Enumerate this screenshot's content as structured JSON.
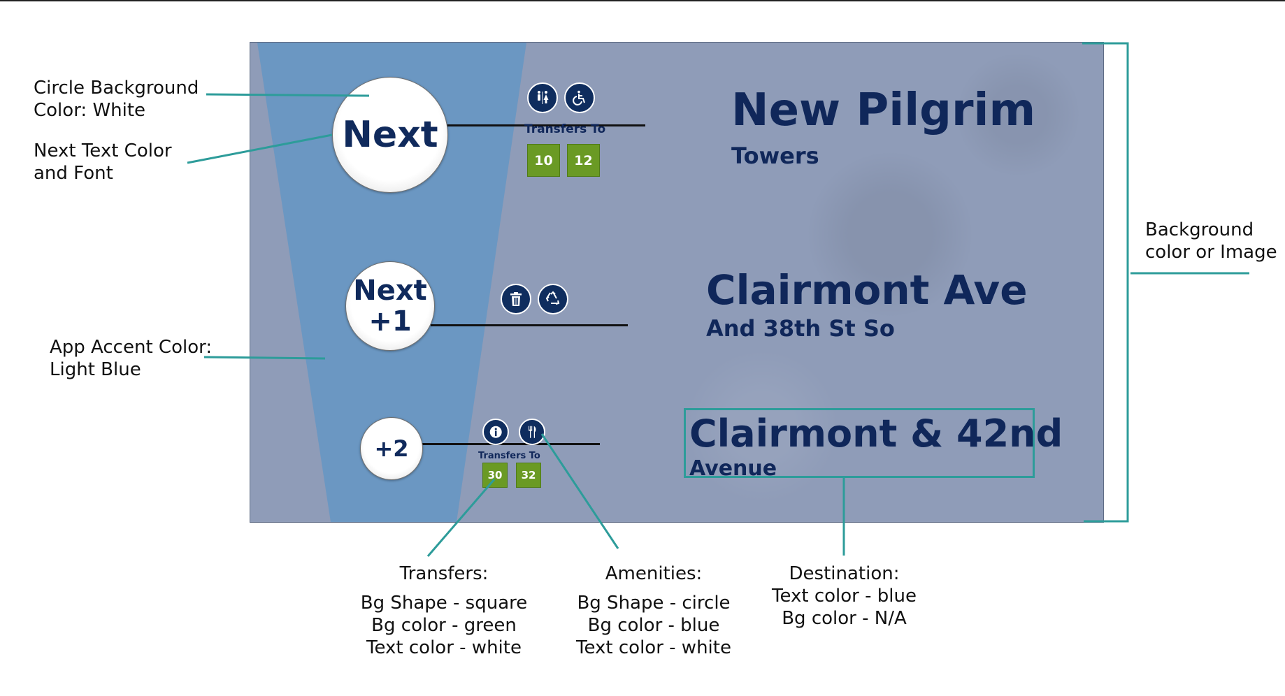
{
  "colors": {
    "panel_bg": "#8f9cb8",
    "accent": "#6b97c2",
    "circle_bg": "#ffffff",
    "next_text": "#102a5c",
    "amenity_bg": "#0f2d5e",
    "transfer_bg": "#6a9a24",
    "annotation_line": "#2d9c9a"
  },
  "stops": [
    {
      "circle_label": "Next",
      "amenities": [
        "restroom-icon",
        "wheelchair-icon"
      ],
      "transfers_label": "Transfers To",
      "transfers": [
        "10",
        "12"
      ],
      "destination": "New Pilgrim",
      "destination_sub": "Towers"
    },
    {
      "circle_label_line1": "Next",
      "circle_label_line2": "+1",
      "amenities": [
        "trash-icon",
        "recycle-icon"
      ],
      "destination": "Clairmont Ave",
      "destination_sub": "And 38th St So"
    },
    {
      "circle_label": "+2",
      "amenities": [
        "info-icon",
        "dining-icon"
      ],
      "transfers_label": "Transfers To",
      "transfers": [
        "30",
        "32"
      ],
      "destination": "Clairmont & 42nd",
      "destination_sub": "Avenue"
    }
  ],
  "annotations": {
    "circle_bg": [
      "Circle Background",
      "Color: White"
    ],
    "next_text": [
      "Next Text Color",
      "and Font"
    ],
    "accent": [
      "App Accent Color:",
      "Light Blue"
    ],
    "background": [
      "Background",
      "color or Image"
    ],
    "transfers": [
      "Transfers:",
      "Bg Shape - square",
      "Bg color - green",
      "Text color - white"
    ],
    "amenities": [
      "Amenities:",
      "Bg Shape - circle",
      "Bg color - blue",
      "Text color - white"
    ],
    "destination": [
      "Destination:",
      "Text color - blue",
      "Bg color - N/A"
    ]
  }
}
